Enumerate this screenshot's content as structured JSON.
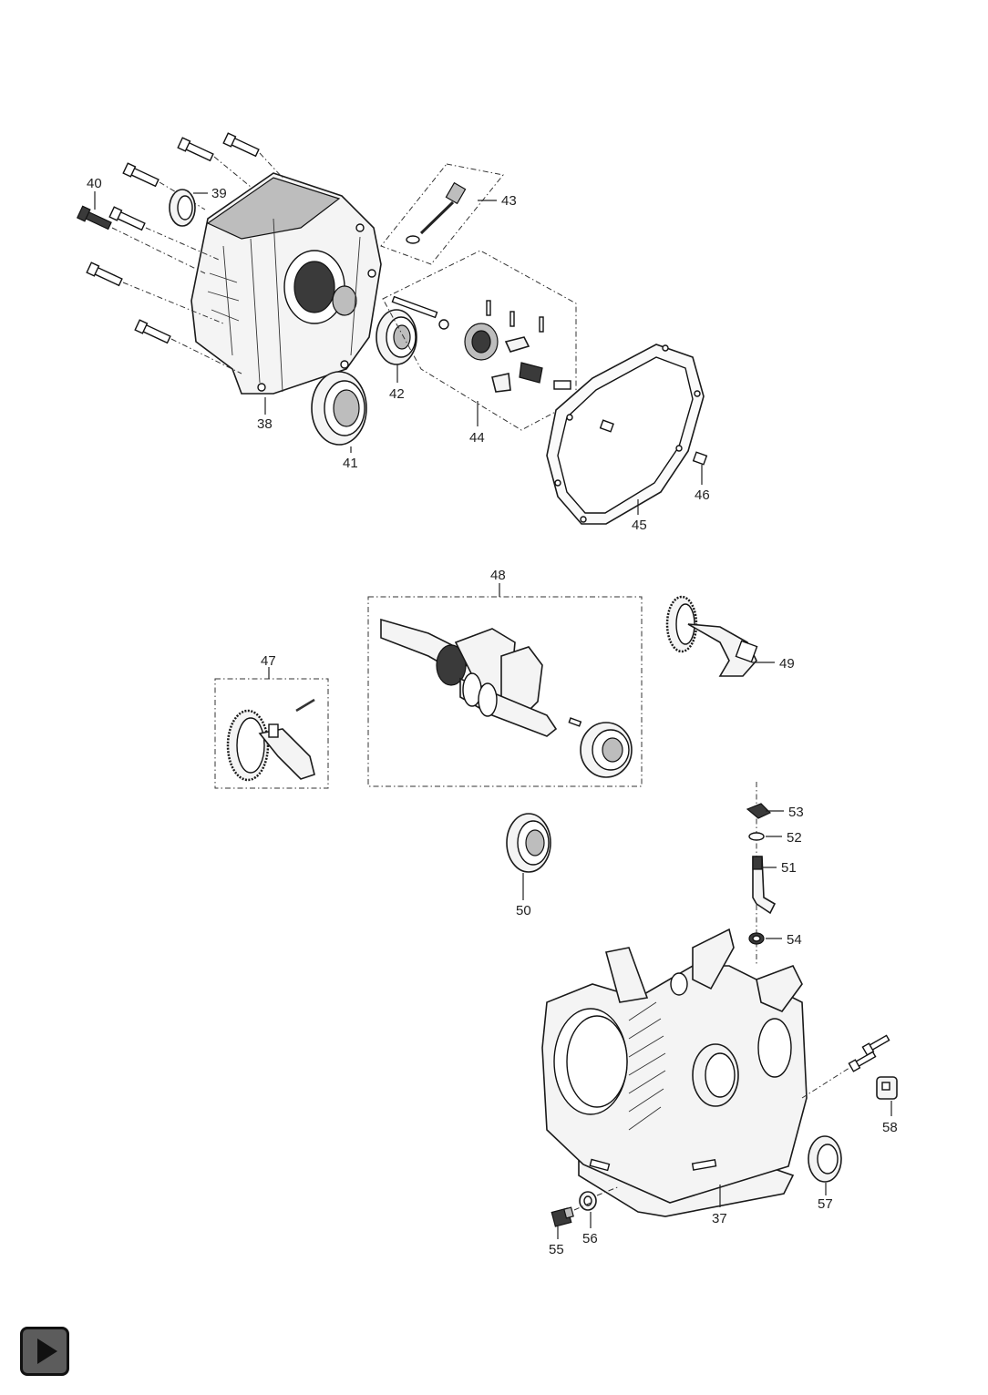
{
  "parts": [
    {
      "id": "p37",
      "label": "37"
    },
    {
      "id": "p38",
      "label": "38"
    },
    {
      "id": "p39",
      "label": "39"
    },
    {
      "id": "p40",
      "label": "40"
    },
    {
      "id": "p41",
      "label": "41"
    },
    {
      "id": "p42",
      "label": "42"
    },
    {
      "id": "p43",
      "label": "43"
    },
    {
      "id": "p44",
      "label": "44"
    },
    {
      "id": "p45",
      "label": "45"
    },
    {
      "id": "p46",
      "label": "46"
    },
    {
      "id": "p47",
      "label": "47"
    },
    {
      "id": "p48",
      "label": "48"
    },
    {
      "id": "p49",
      "label": "49"
    },
    {
      "id": "p50",
      "label": "50"
    },
    {
      "id": "p51",
      "label": "51"
    },
    {
      "id": "p52",
      "label": "52"
    },
    {
      "id": "p53",
      "label": "53"
    },
    {
      "id": "p54",
      "label": "54"
    },
    {
      "id": "p55",
      "label": "55"
    },
    {
      "id": "p56",
      "label": "56"
    },
    {
      "id": "p57",
      "label": "57"
    },
    {
      "id": "p58",
      "label": "58"
    }
  ],
  "nav": {
    "play_icon": "play-icon"
  }
}
